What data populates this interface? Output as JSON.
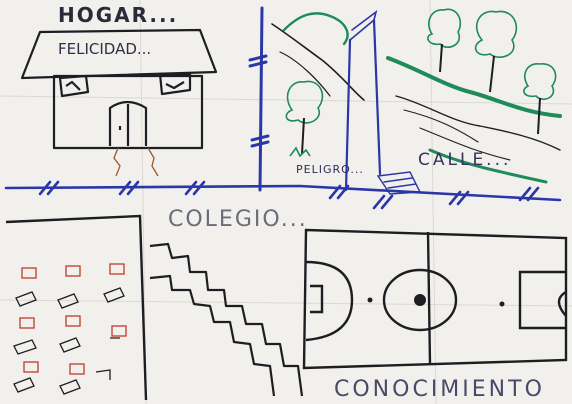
{
  "labels": {
    "hogar": "HOGAR...",
    "felicidad": "FELICIDAD...",
    "peligro": "PELIGRO...",
    "calle": "CALLE...",
    "colegio": "COLEGIO...",
    "conocimiento": "CONOCIMIENTO"
  },
  "colors": {
    "paper": "#f2f0ec",
    "ink_black": "#1d1d24",
    "ink_blue": "#2b36a8",
    "ink_green": "#1f8a5a",
    "ink_red": "#c0392b",
    "ink_brown": "#a0552e"
  }
}
